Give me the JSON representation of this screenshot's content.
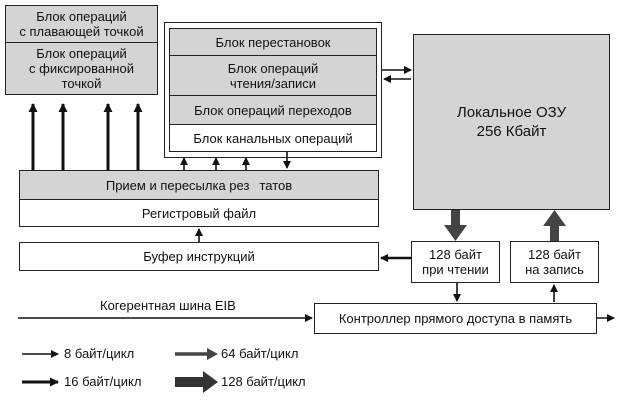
{
  "blocks": {
    "float_ops": "Блок операций\nс плавающей точкой",
    "fixed_ops": "Блок операций\nс фиксированной\nточкой",
    "permutation": "Блок перестановок",
    "load_store": "Блок операций\nчтения/записи",
    "branch": "Блок операций переходов",
    "channel": "Блок канальных операций",
    "result_forwarding": "Прием и пересылка рез",
    "result_forwarding_tail": "татов",
    "register_file": "Регистровый файл",
    "instruction_buffer": "Буфер инструкций",
    "local_ram": "Локальное ОЗУ\n256 Кбайт",
    "read_128": "128 байт\nпри чтении",
    "write_128": "128 байт\nна запись",
    "dma_controller": "Контроллер прямого доступа в память",
    "bus": "Когерентная шина EIB"
  },
  "legend": [
    {
      "label": "8 байт/цикл",
      "weight": "thin"
    },
    {
      "label": "16 байт/цикл",
      "weight": "medium"
    },
    {
      "label": "64 байт/цикл",
      "weight": "thick"
    },
    {
      "label": "128 байт/цикл",
      "weight": "widest"
    }
  ]
}
